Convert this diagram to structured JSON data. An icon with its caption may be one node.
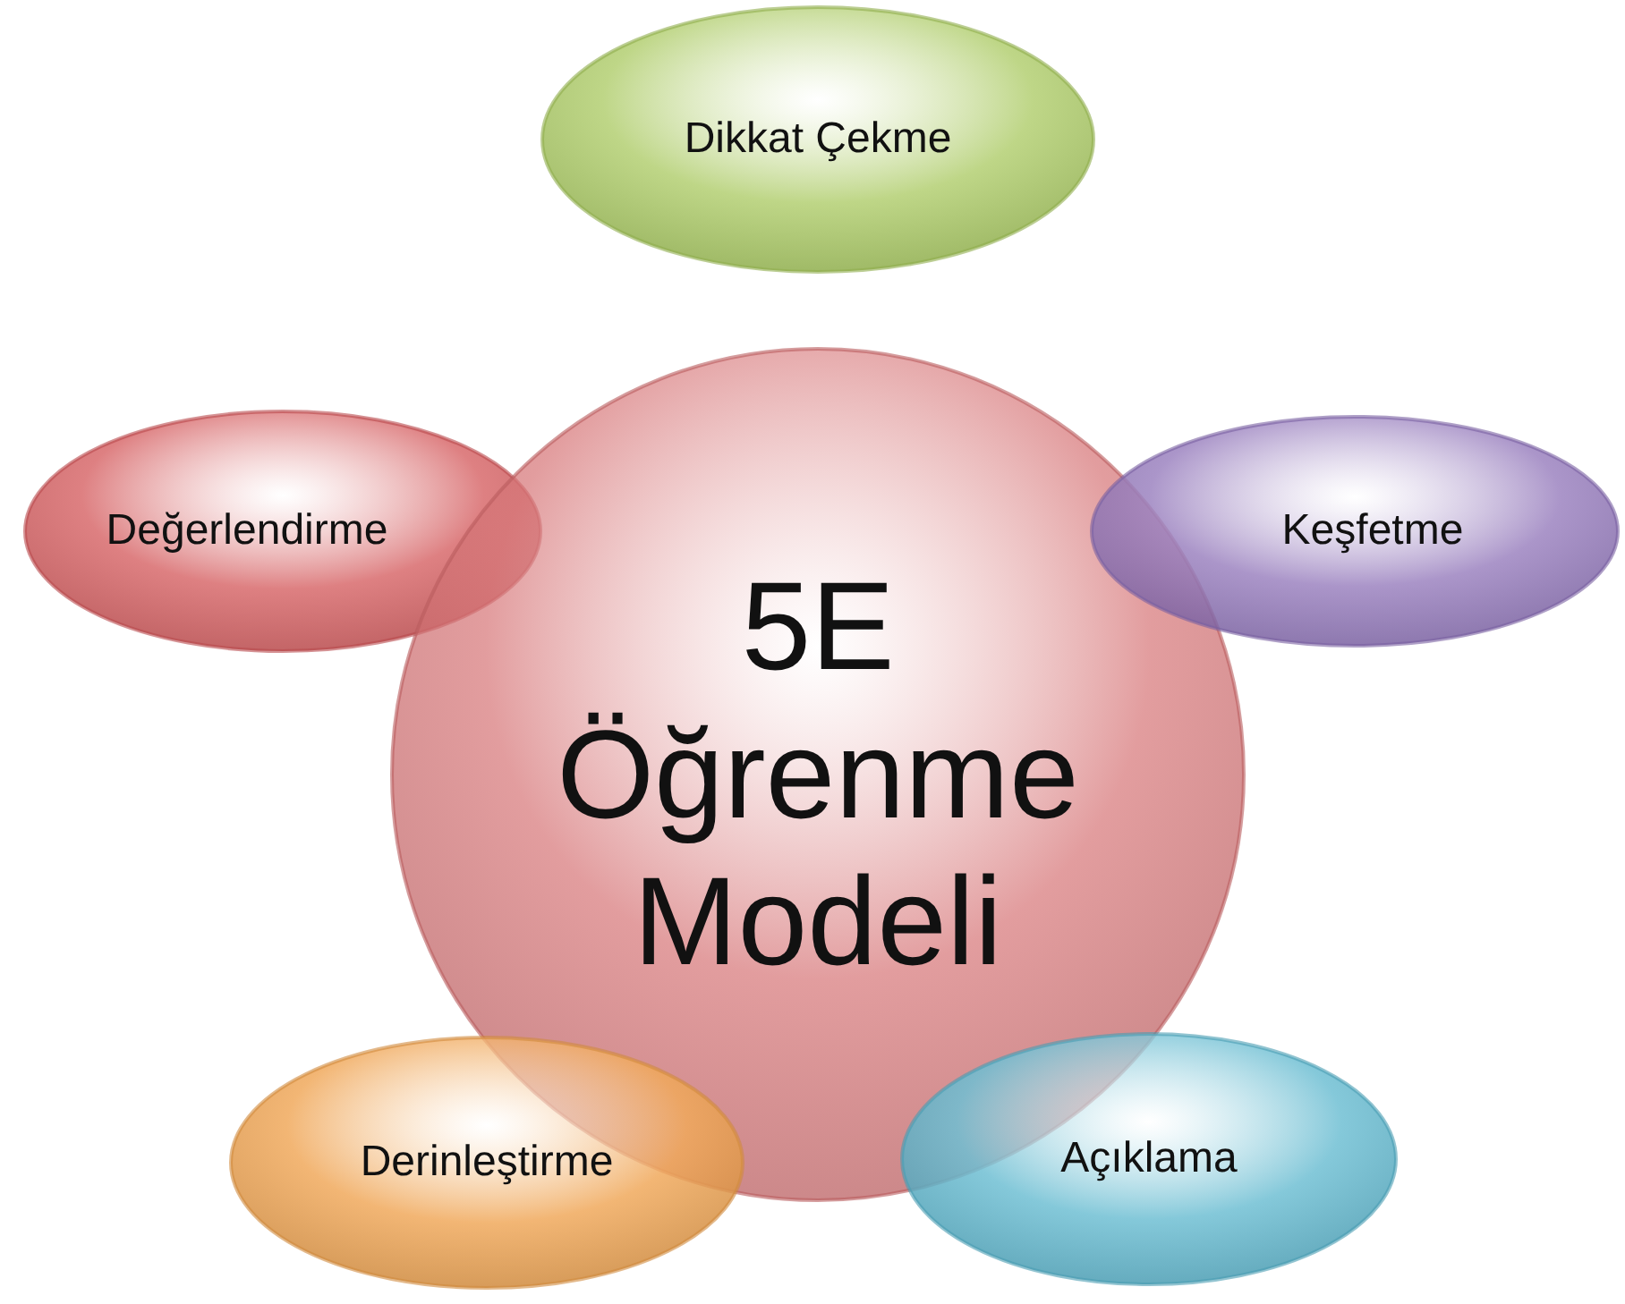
{
  "diagram": {
    "nodes": [
      {
        "text": [
          "Dikkat Çekme"
        ]
      },
      {
        "text": [
          "Değerlendirme"
        ]
      },
      {
        "text": [
          "5E Öğrenme Modeli"
        ]
      },
      {
        "text": [
          "Keşfetme"
        ]
      },
      {
        "text": [
          "Derinleştirme"
        ]
      },
      {
        "text": [
          "Açıklama"
        ]
      }
    ]
  }
}
